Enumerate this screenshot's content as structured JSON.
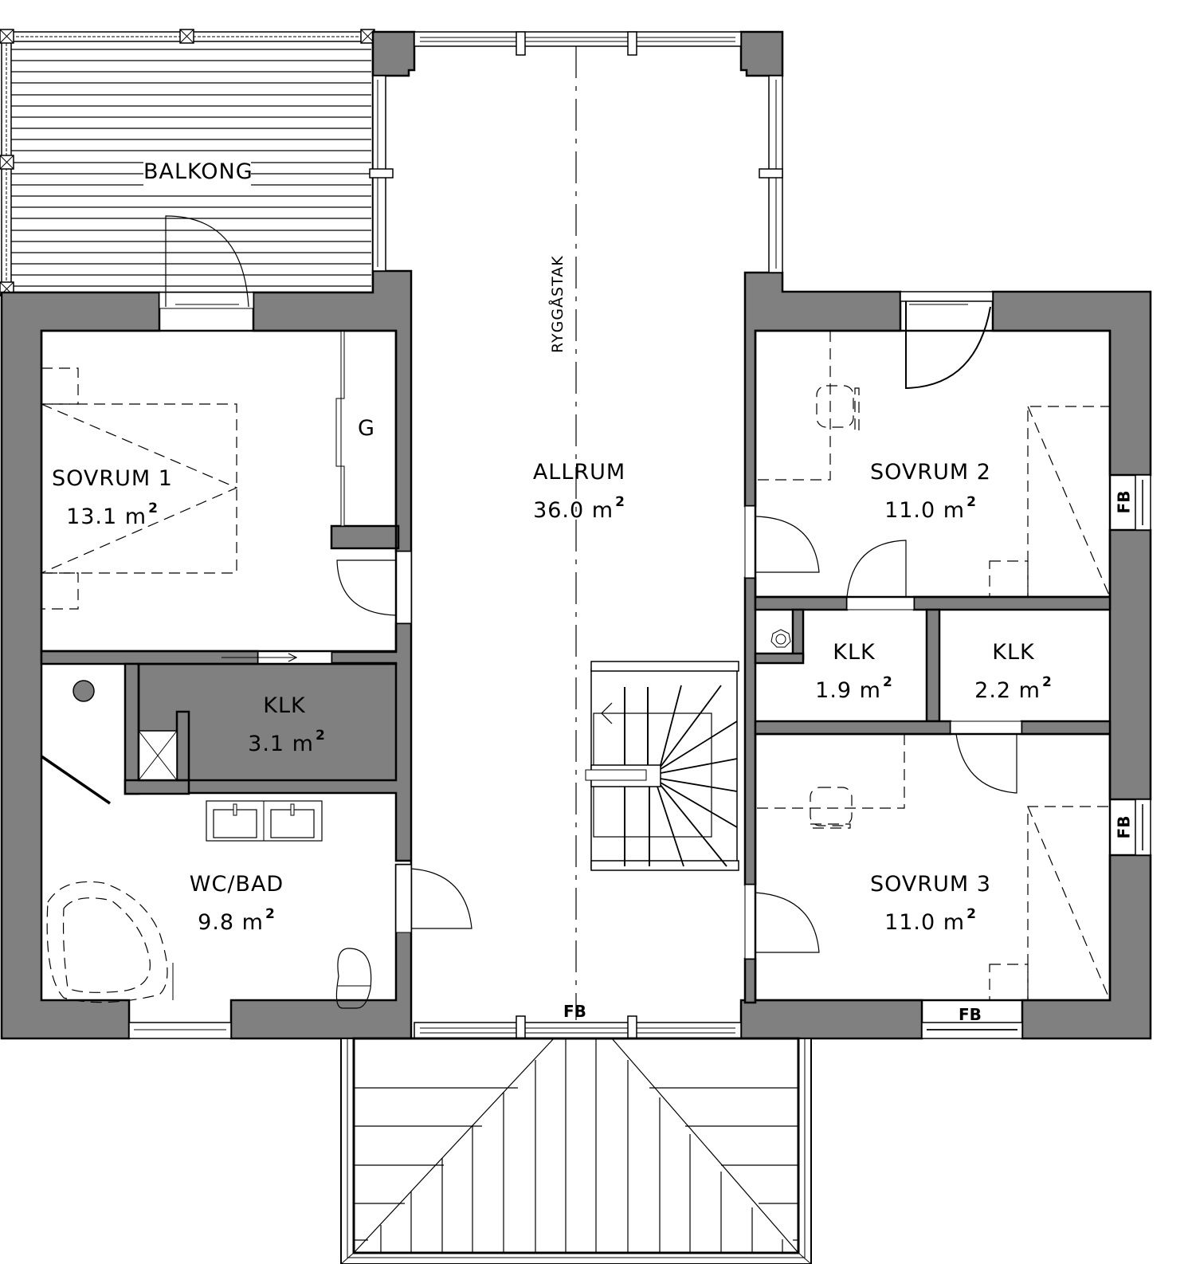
{
  "plan": {
    "type": "floor-plan",
    "wall_color": "#808080",
    "line_color": "#000000",
    "background": "#ffffff"
  },
  "rooms": {
    "balkong": {
      "name": "BALKONG"
    },
    "sovrum1": {
      "name": "SOVRUM 1",
      "area": "13.1 m",
      "unit_sup": "2"
    },
    "garderob": {
      "name": "G"
    },
    "klk_left": {
      "name": "KLK",
      "area": "3.1 m",
      "unit_sup": "2"
    },
    "wcbad": {
      "name": "WC/BAD",
      "area": "9.8 m",
      "unit_sup": "2"
    },
    "allrum": {
      "name": "ALLRUM",
      "area": "36.0 m",
      "unit_sup": "2"
    },
    "sovrum2": {
      "name": "SOVRUM 2",
      "area": "11.0 m",
      "unit_sup": "2"
    },
    "klk_mid": {
      "name": "KLK",
      "area": "1.9 m",
      "unit_sup": "2"
    },
    "klk_right": {
      "name": "KLK",
      "area": "2.2 m",
      "unit_sup": "2"
    },
    "sovrum3": {
      "name": "SOVRUM 3",
      "area": "11.0 m",
      "unit_sup": "2"
    }
  },
  "annotations": {
    "ridge": "RYGGÅSTAK",
    "fb_bottom_center": "FB",
    "fb_bottom_right": "FB",
    "fb_right_upper": "FB",
    "fb_right_lower": "FB"
  }
}
